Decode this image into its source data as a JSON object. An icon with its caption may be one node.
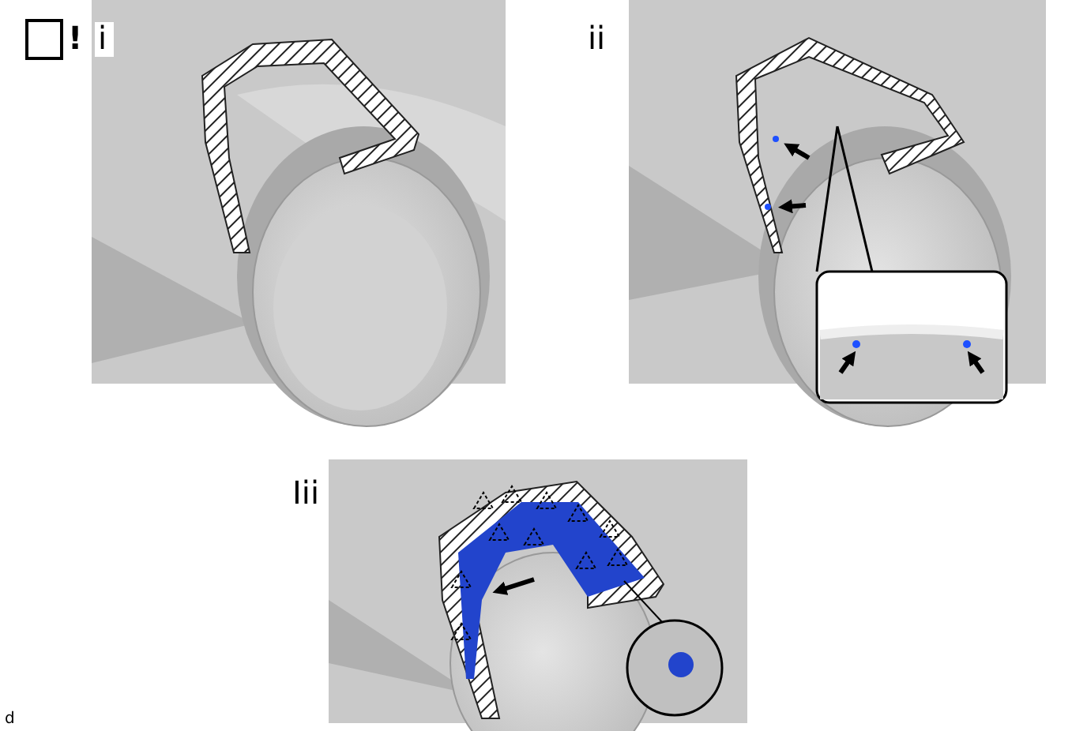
{
  "diagram": {
    "labels": [
      "!",
      "i",
      "ii",
      "Iii",
      "d"
    ]
  }
}
